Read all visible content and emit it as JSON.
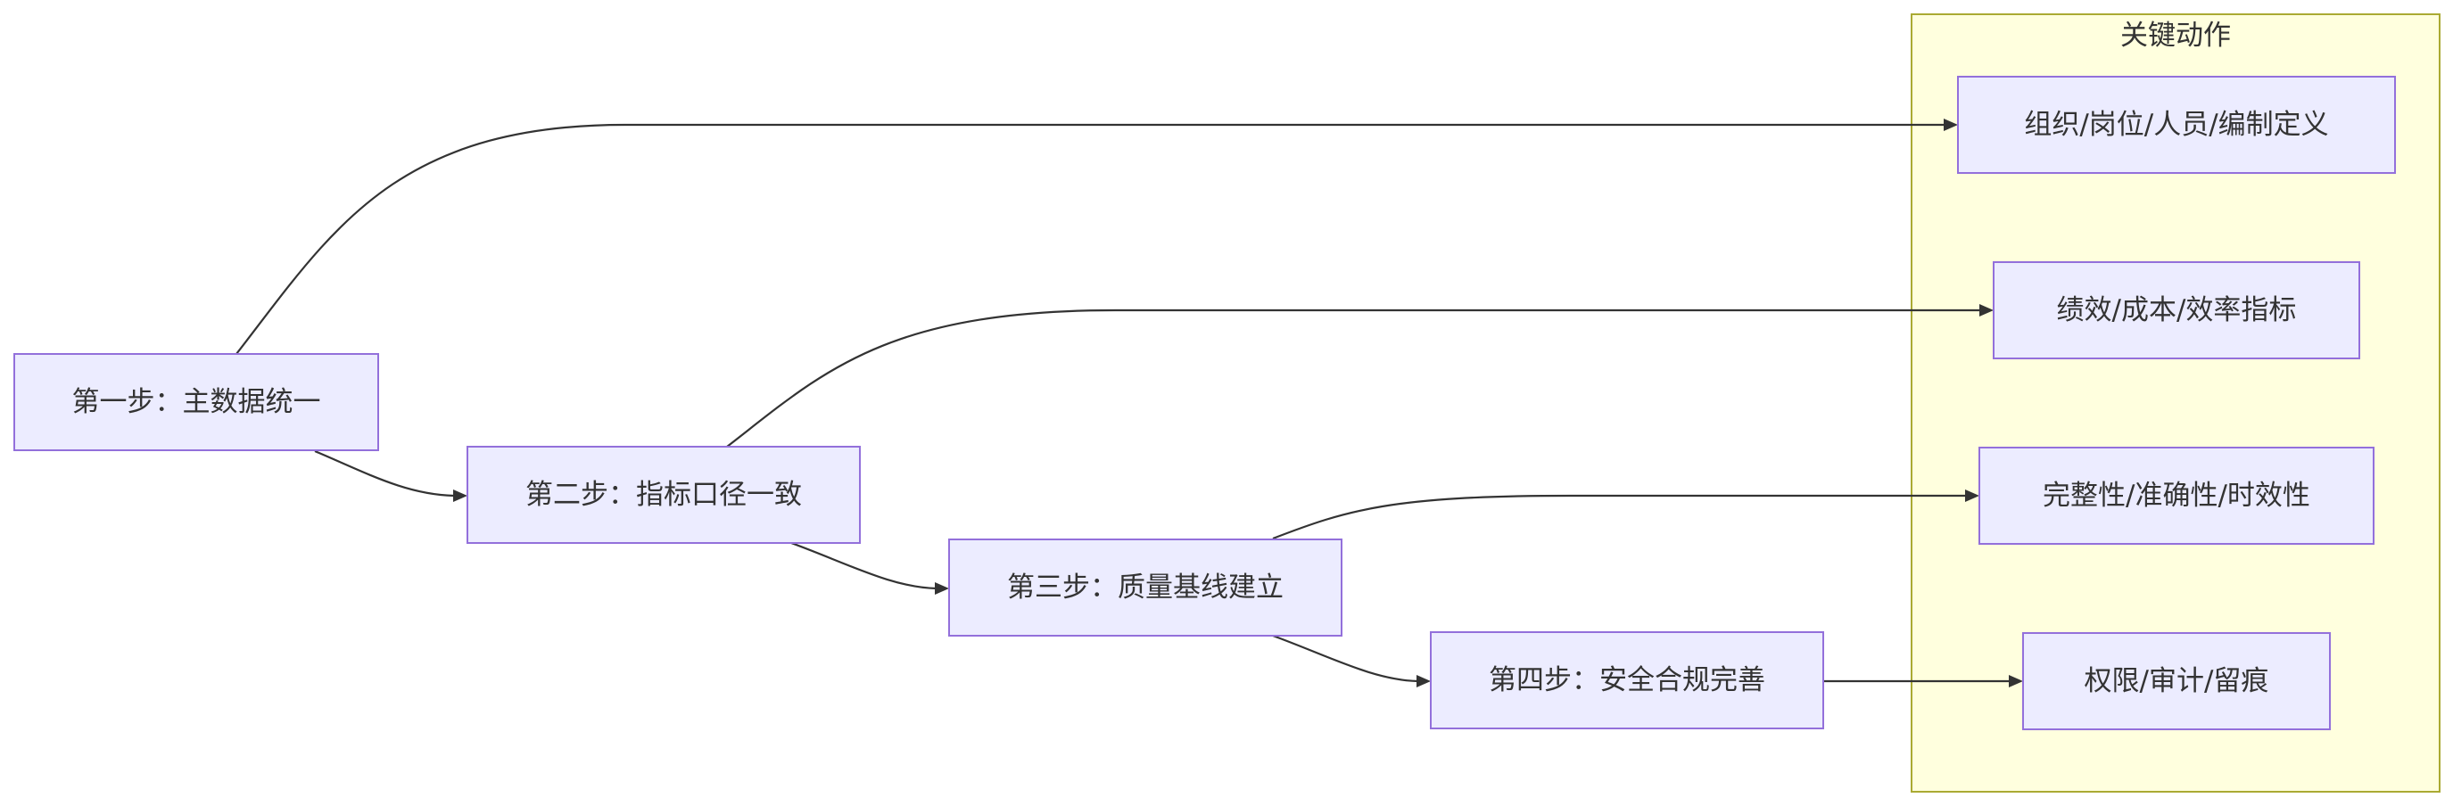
{
  "cluster": {
    "title": "关键动作"
  },
  "steps": [
    {
      "label": "第一步：主数据统一"
    },
    {
      "label": "第二步：指标口径一致"
    },
    {
      "label": "第三步：质量基线建立"
    },
    {
      "label": "第四步：安全合规完善"
    }
  ],
  "actions": [
    {
      "label": "组织/岗位/人员/编制定义"
    },
    {
      "label": "绩效/成本/效率指标"
    },
    {
      "label": "完整性/准确性/时效性"
    },
    {
      "label": "权限/审计/留痕"
    }
  ],
  "edges": [
    {
      "from": "第一步：主数据统一",
      "to": "组织/岗位/人员/编制定义"
    },
    {
      "from": "第一步：主数据统一",
      "to": "第二步：指标口径一致"
    },
    {
      "from": "第二步：指标口径一致",
      "to": "绩效/成本/效率指标"
    },
    {
      "from": "第二步：指标口径一致",
      "to": "第三步：质量基线建立"
    },
    {
      "from": "第三步：质量基线建立",
      "to": "完整性/准确性/时效性"
    },
    {
      "from": "第三步：质量基线建立",
      "to": "第四步：安全合规完善"
    },
    {
      "from": "第四步：安全合规完善",
      "to": "权限/审计/留痕"
    }
  ]
}
